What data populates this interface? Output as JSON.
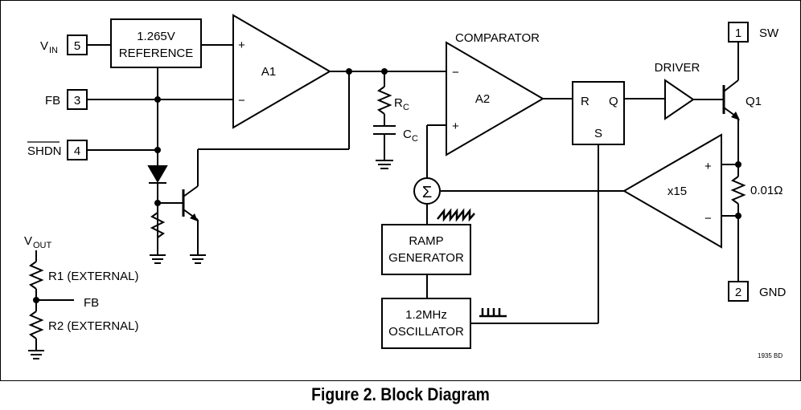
{
  "caption": "Figure 2. Block Diagram",
  "pins": {
    "vin": {
      "number": "5",
      "label_main": "V",
      "label_sub": "IN"
    },
    "fb": {
      "number": "3",
      "label": "FB"
    },
    "shdn": {
      "number": "4",
      "label": "SHDN"
    },
    "sw": {
      "number": "1",
      "label": "SW"
    },
    "gnd": {
      "number": "2",
      "label": "GND"
    }
  },
  "blocks": {
    "reference": {
      "line1": "1.265V",
      "line2": "REFERENCE"
    },
    "a1": {
      "label": "A1",
      "plus": "+",
      "minus": "−"
    },
    "comparator": {
      "title": "COMPARATOR",
      "label": "A2",
      "minus": "−",
      "plus": "+"
    },
    "latch": {
      "r": "R",
      "q": "Q",
      "s": "S"
    },
    "driver": {
      "title": "DRIVER"
    },
    "q1": {
      "label": "Q1"
    },
    "current_amp": {
      "label": "x15",
      "plus": "+",
      "minus": "−"
    },
    "sense_resistor": {
      "label": "0.01Ω"
    },
    "summer": {
      "symbol": "Σ"
    },
    "ramp": {
      "line1": "RAMP",
      "line2": "GENERATOR"
    },
    "oscillator": {
      "line1": "1.2MHz",
      "line2": "OSCILLATOR"
    },
    "rc": {
      "main": "R",
      "sub": "C"
    },
    "cc": {
      "main": "C",
      "sub": "C"
    }
  },
  "external_divider": {
    "vout_main": "V",
    "vout_sub": "OUT",
    "r1": "R1 (EXTERNAL)",
    "r2": "R2 (EXTERNAL)",
    "fb": "FB"
  },
  "figure_code": "1935 BD"
}
